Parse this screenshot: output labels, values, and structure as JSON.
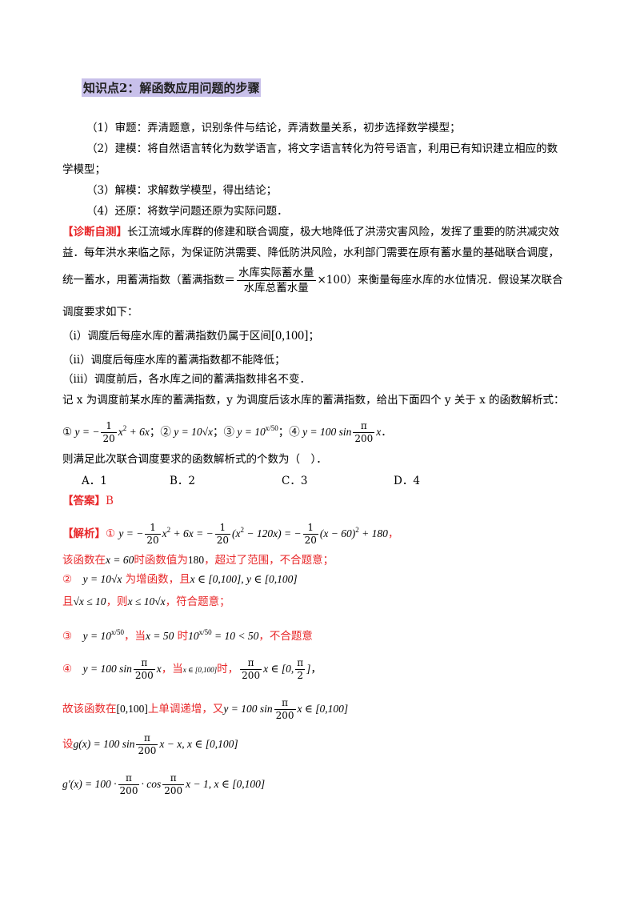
{
  "heading": "知识点2：解函数应用问题的步骤",
  "steps": [
    "（1）审题：弄清题意，识别条件与结论，弄清数量关系，初步选择数学模型；",
    "（2）建模：将自然语言转化为数学语言，将文字语言转化为符号语言，利用已有知识建立相应的数",
    "学模型；",
    "（3）解模：求解数学模型，得出结论；",
    "（4）还原：将数学问题还原为实际问题．"
  ],
  "problem": {
    "label": "【诊断自测】",
    "line1": "长江流域水库群的修建和联合调度，极大地降低了洪涝灾害风险，发挥了重要的防洪减灾效",
    "line2": "益．每年洪水来临之际，为保证防洪需要、降低防洪风险，水利部门需要在原有蓄水量的基础联合调度，",
    "line3_pre": "统一蓄水，用蓄满指数（蓄满指数＝",
    "frac_num": "水库实际蓄水量",
    "frac_den": "水库总蓄水量",
    "line3_post": "×100）来衡量每座水库的水位情况．假设某次联合",
    "line4": "调度要求如下：",
    "cond1": "（ⅰ）调度后每座水库的蓄满指数仍属于区间",
    "cond1_interval": "[0,100]",
    "cond1_end": "；",
    "cond2": "（ⅱ）调度后每座水库的蓄满指数都不能降低；",
    "cond3": "（ⅲ）调度前后，各水库之间的蓄满指数排名不变．",
    "line_def": "记 x 为调度前某水库的蓄满指数，y 为调度后该水库的蓄满指数，给出下面四个 y 关于 x 的函数解析式：",
    "question": "则满足此次联合调度要求的函数解析式的个数为（　）．",
    "options": [
      "A．1",
      "B．2",
      "C．3",
      "D．4"
    ]
  },
  "answer": {
    "label": "【答案】",
    "value": "B"
  },
  "analysis": {
    "label": "【解析】",
    "l2_text": "该函数在",
    "l2_mid": "时函数值为",
    "l2_end": "，超过了范围，不合题意；",
    "l3_mid": "为增函数，且",
    "l4_pre": "且",
    "l4_mid": "，则",
    "l4_end": "，符合题意；",
    "l5_mid": "，当",
    "l5_mid2": "时",
    "l5_end": "，不合题意",
    "l6_mid": "，当",
    "l6_mid2": "时，",
    "l7_pre": "故该函数在",
    "l7_mid": "上单调递增，又",
    "l8_pre": "设"
  }
}
